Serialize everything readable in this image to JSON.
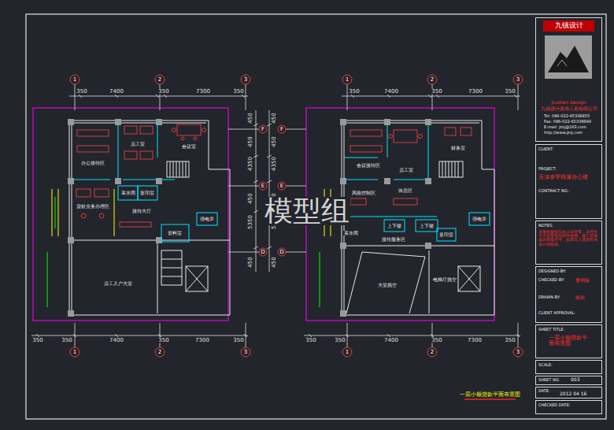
{
  "diagram": {
    "caption": "一层小额贷款平面布置图",
    "nodes": [
      {
        "text": [
          "九镇设计",
          "Jiuzhen Design",
          "九镇设计装饰工程有限公司",
          "Tel: 086-022-65338855",
          "Fax: 086-022-65338899",
          "E-mail: jzsj@163.com",
          "http://www.jzsj.com"
        ]
      },
      {
        "text": [
          "CLIENT:",
          "PROJECT:",
          "天津泰宇商厦办公楼",
          "CONTRACT NO.:"
        ]
      },
      {
        "text": [
          "NOTES:",
          "本图纸版权归本公司所有，未经许可不得复制或转作他用。施工前请核对现场尺寸，如有出入请及时与设计师联系。"
        ]
      },
      {
        "text": [
          "DESIGNED BY:",
          "CHECKED BY:",
          "董明振",
          "DRAWN BY:",
          "陈秋",
          "CLIENT APPROVAL:"
        ]
      },
      {
        "text": [
          "SHEET TITLE:",
          "一层小额贷款平面布置图"
        ]
      },
      {
        "text": [
          "SCALE:"
        ]
      },
      {
        "text": [
          "SHEET NO.",
          "003"
        ]
      },
      {
        "text": [
          "DATE:",
          "2012 04 16"
        ]
      },
      {
        "text": [
          "CHECKED DATE:"
        ]
      }
    ],
    "labels": [
      "1",
      "2",
      "3",
      "350",
      "7400",
      "350",
      "7300",
      "350",
      "1",
      "2",
      "3",
      "350",
      "7400",
      "350",
      "7300",
      "350",
      "350",
      "350",
      "7400",
      "350",
      "7300",
      "350",
      "1",
      "2",
      "3",
      "350",
      "350",
      "7400",
      "350",
      "7300",
      "350",
      "1",
      "2",
      "3",
      "F",
      "F",
      "E",
      "E",
      "D",
      "D",
      "450",
      "450",
      "4350",
      "450",
      "5350",
      "450",
      "450",
      "450",
      "4350",
      "450",
      "5350",
      "450",
      "会议室",
      "员工室",
      "办公接待区",
      "茶水间",
      "复印室",
      "贷款业务办理区",
      "接待大厅",
      "资料室",
      "强电井",
      "员工入户大堂",
      "财务室",
      "会议接待区",
      "员工室",
      "风险控制区",
      "休息区",
      "上下楼",
      "上下楼",
      "接待服务区",
      "强电井",
      "茶水间",
      "复印室",
      "大堂挑空",
      "电梯厅挑空",
      "模型组"
    ]
  }
}
